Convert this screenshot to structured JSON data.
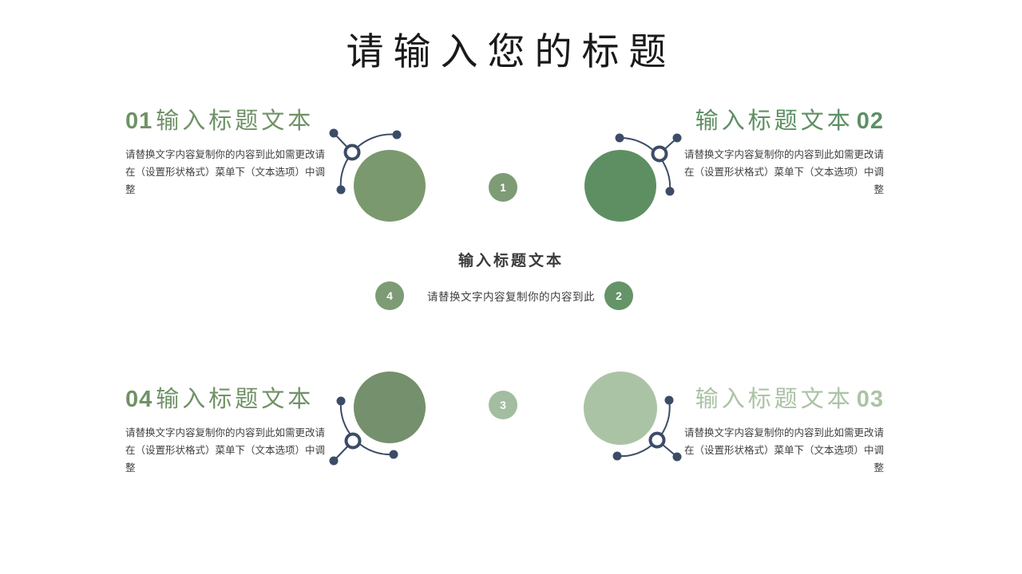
{
  "title": "请输入您的标题",
  "sections": {
    "s1": {
      "number": "01",
      "heading": "输入标题文本",
      "body": "请替换文字内容复制你的内容到此如需更改请在（设置形状格式）菜单下（文本选项）中调整"
    },
    "s2": {
      "number": "02",
      "heading": "输入标题文本",
      "body": "请替换文字内容复制你的内容到此如需更改请在（设置形状格式）菜单下（文本选项）中调整"
    },
    "s3": {
      "number": "03",
      "heading": "输入标题文本",
      "body": "请替换文字内容复制你的内容到此如需更改请在（设置形状格式）菜单下（文本选项）中调整"
    },
    "s4": {
      "number": "04",
      "heading": "输入标题文本",
      "body": "请替换文字内容复制你的内容到此如需更改请在（设置形状格式）菜单下（文本选项）中调整"
    }
  },
  "center": {
    "heading": "输入标题文本",
    "body": "请替换文字内容复制你的内容到此",
    "badge1": "1",
    "badge2": "2",
    "badge3": "3",
    "badge4": "4"
  },
  "colors": {
    "background": "#ffffff",
    "title_text": "#1a1a1a",
    "body_text": "#3f3f3f",
    "center_heading": "#3a3a3a",
    "navy": "#3c4c66",
    "white": "#ffffff",
    "heading_s1": "#6f9266",
    "heading_s2": "#5e8f63",
    "heading_s3": "#abc3a5",
    "heading_s4": "#6f9266",
    "circle_s1": "#7a996e",
    "circle_s2": "#5e8f63",
    "circle_s3": "#abc3a5",
    "circle_s4": "#75906c",
    "badge_1": "#7d9b74",
    "badge_2": "#649467",
    "badge_3": "#a3bda0",
    "badge_4": "#7d9b74"
  }
}
